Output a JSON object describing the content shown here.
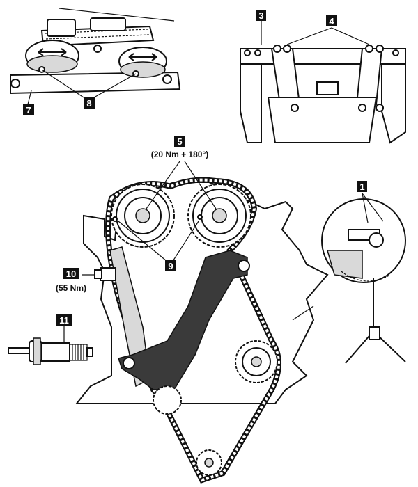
{
  "callouts": {
    "c1": "1",
    "c3": "3",
    "c4": "4",
    "c5": "5",
    "c7": "7",
    "c8": "8",
    "c9": "9",
    "c10": "10",
    "c11": "11"
  },
  "specs": {
    "camshaft_bolt_torque": "(20 Nm + 180°)",
    "tensioner_torque": "(55 Nm)"
  }
}
